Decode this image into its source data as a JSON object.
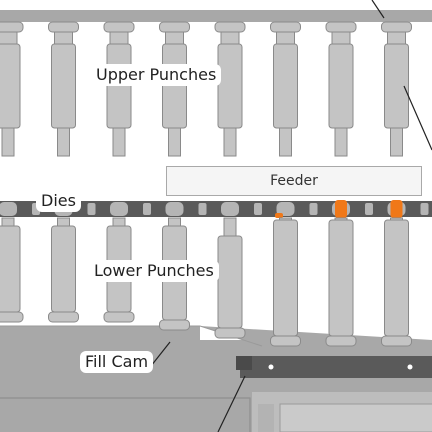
{
  "labels": {
    "upper_punches": "Upper Punches",
    "feeder": "Feeder",
    "dies": "Dies",
    "lower_punches": "Lower Punches",
    "fill_cam": "Fill Cam"
  },
  "colors": {
    "background": "#ffffff",
    "machine_gray": "#a8a8a8",
    "punch_fill": "#c4c4c4",
    "punch_edge": "#8a8a8a",
    "die_dark": "#5a5a5a",
    "die_light": "#b5b5b5",
    "powder_fill": "#f07818",
    "leader_line": "#222222"
  },
  "state": {
    "powder_filled_dies": 2
  }
}
